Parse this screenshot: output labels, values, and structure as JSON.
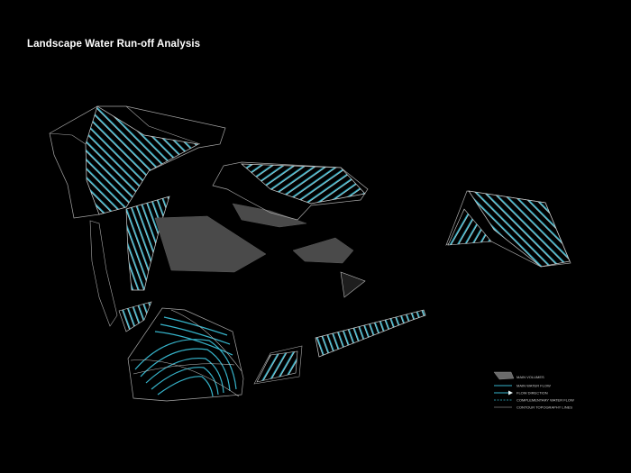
{
  "title": "Landscape Water Run-off Analysis",
  "colors": {
    "background": "#000000",
    "outline": "#bfbfbf",
    "main_water_flow": "#2aa6bd",
    "flow_fill_light": "#e8f6f8",
    "volume_fill": "#4a4a4a"
  },
  "legend": {
    "items": [
      {
        "label": "MAIN VOLUMES",
        "icon": "grey-polygon-swatch"
      },
      {
        "label": "MAIN WATER FLOW",
        "icon": "cyan-line-swatch"
      },
      {
        "label": "FLOW DIRECTION",
        "icon": "arrow-swatch"
      },
      {
        "label": "COMPLEMENTARY WATER FLOW",
        "icon": "dashed-line-swatch"
      },
      {
        "label": "CONTOUR TOPOGRAPHY LINES",
        "icon": "grey-line-swatch"
      }
    ]
  }
}
